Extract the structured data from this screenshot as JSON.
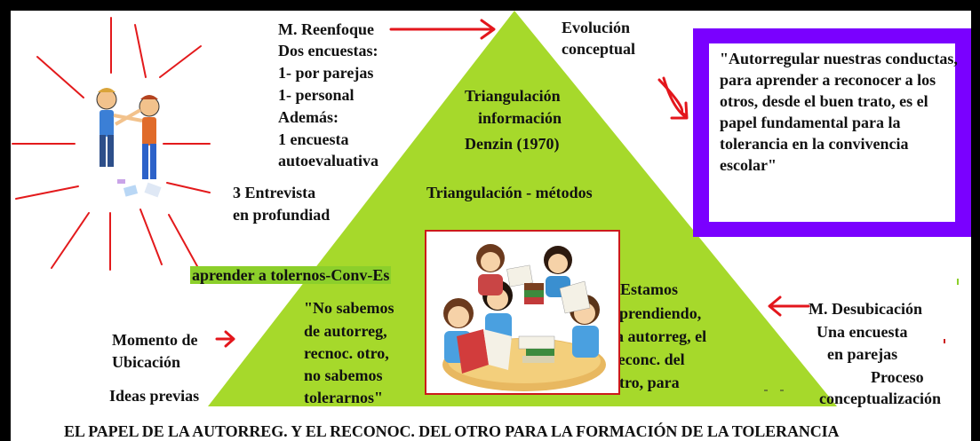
{
  "colors": {
    "triangle": "#a6d92b",
    "arrow": "#e3161c",
    "box_border": "#7a00ff",
    "sun_rays": "#e31a1c"
  },
  "left_top": {
    "heading": "M. Reenfoque",
    "lines": [
      "Dos encuestas:",
      "1- por parejas",
      "1- personal",
      "Además:",
      "1 encuesta",
      "autoevaluativa"
    ]
  },
  "interview": [
    "3 Entrevista",
    "en profundiad"
  ],
  "evolution": [
    "Evolución",
    "conceptual"
  ],
  "triangle": {
    "triangulacion_info": [
      "Triangulación",
      "información"
    ],
    "denzin": "Denzin (1970)",
    "metodos": "Triangulación - métodos",
    "banner": "aprender a tolernos-Conv-Es",
    "left_quote": [
      "\"No sabemos",
      "de autorreg,",
      "recnoc. otro,",
      "no sabemos",
      "tolerarnos\""
    ],
    "right_quote": [
      "\"Estamos",
      "aprendiendo,",
      "la autorreg, el",
      "reconc. del",
      "otro, para"
    ]
  },
  "quote_box": "\"Autorregular nuestras conductas, para aprender a reconocer a los otros, desde el buen trato,  es el papel fundamental para la tolerancia en la convivencia escolar\"",
  "ubicacion": [
    "Momento de",
    "Ubicación"
  ],
  "ideas": "Ideas previas",
  "desubicacion": {
    "heading": "M. Desubicación",
    "lines": [
      "Una encuesta",
      "en parejas",
      "Proceso",
      "conceptualización"
    ]
  },
  "footer": "EL PAPEL DE LA AUTORREG. Y EL RECONOC. DEL OTRO PARA LA FORMACIÓN DE LA TOLERANCIA",
  "icons": {
    "sun": "fighting-kids-illustration",
    "photo": "children-reading-illustration"
  }
}
